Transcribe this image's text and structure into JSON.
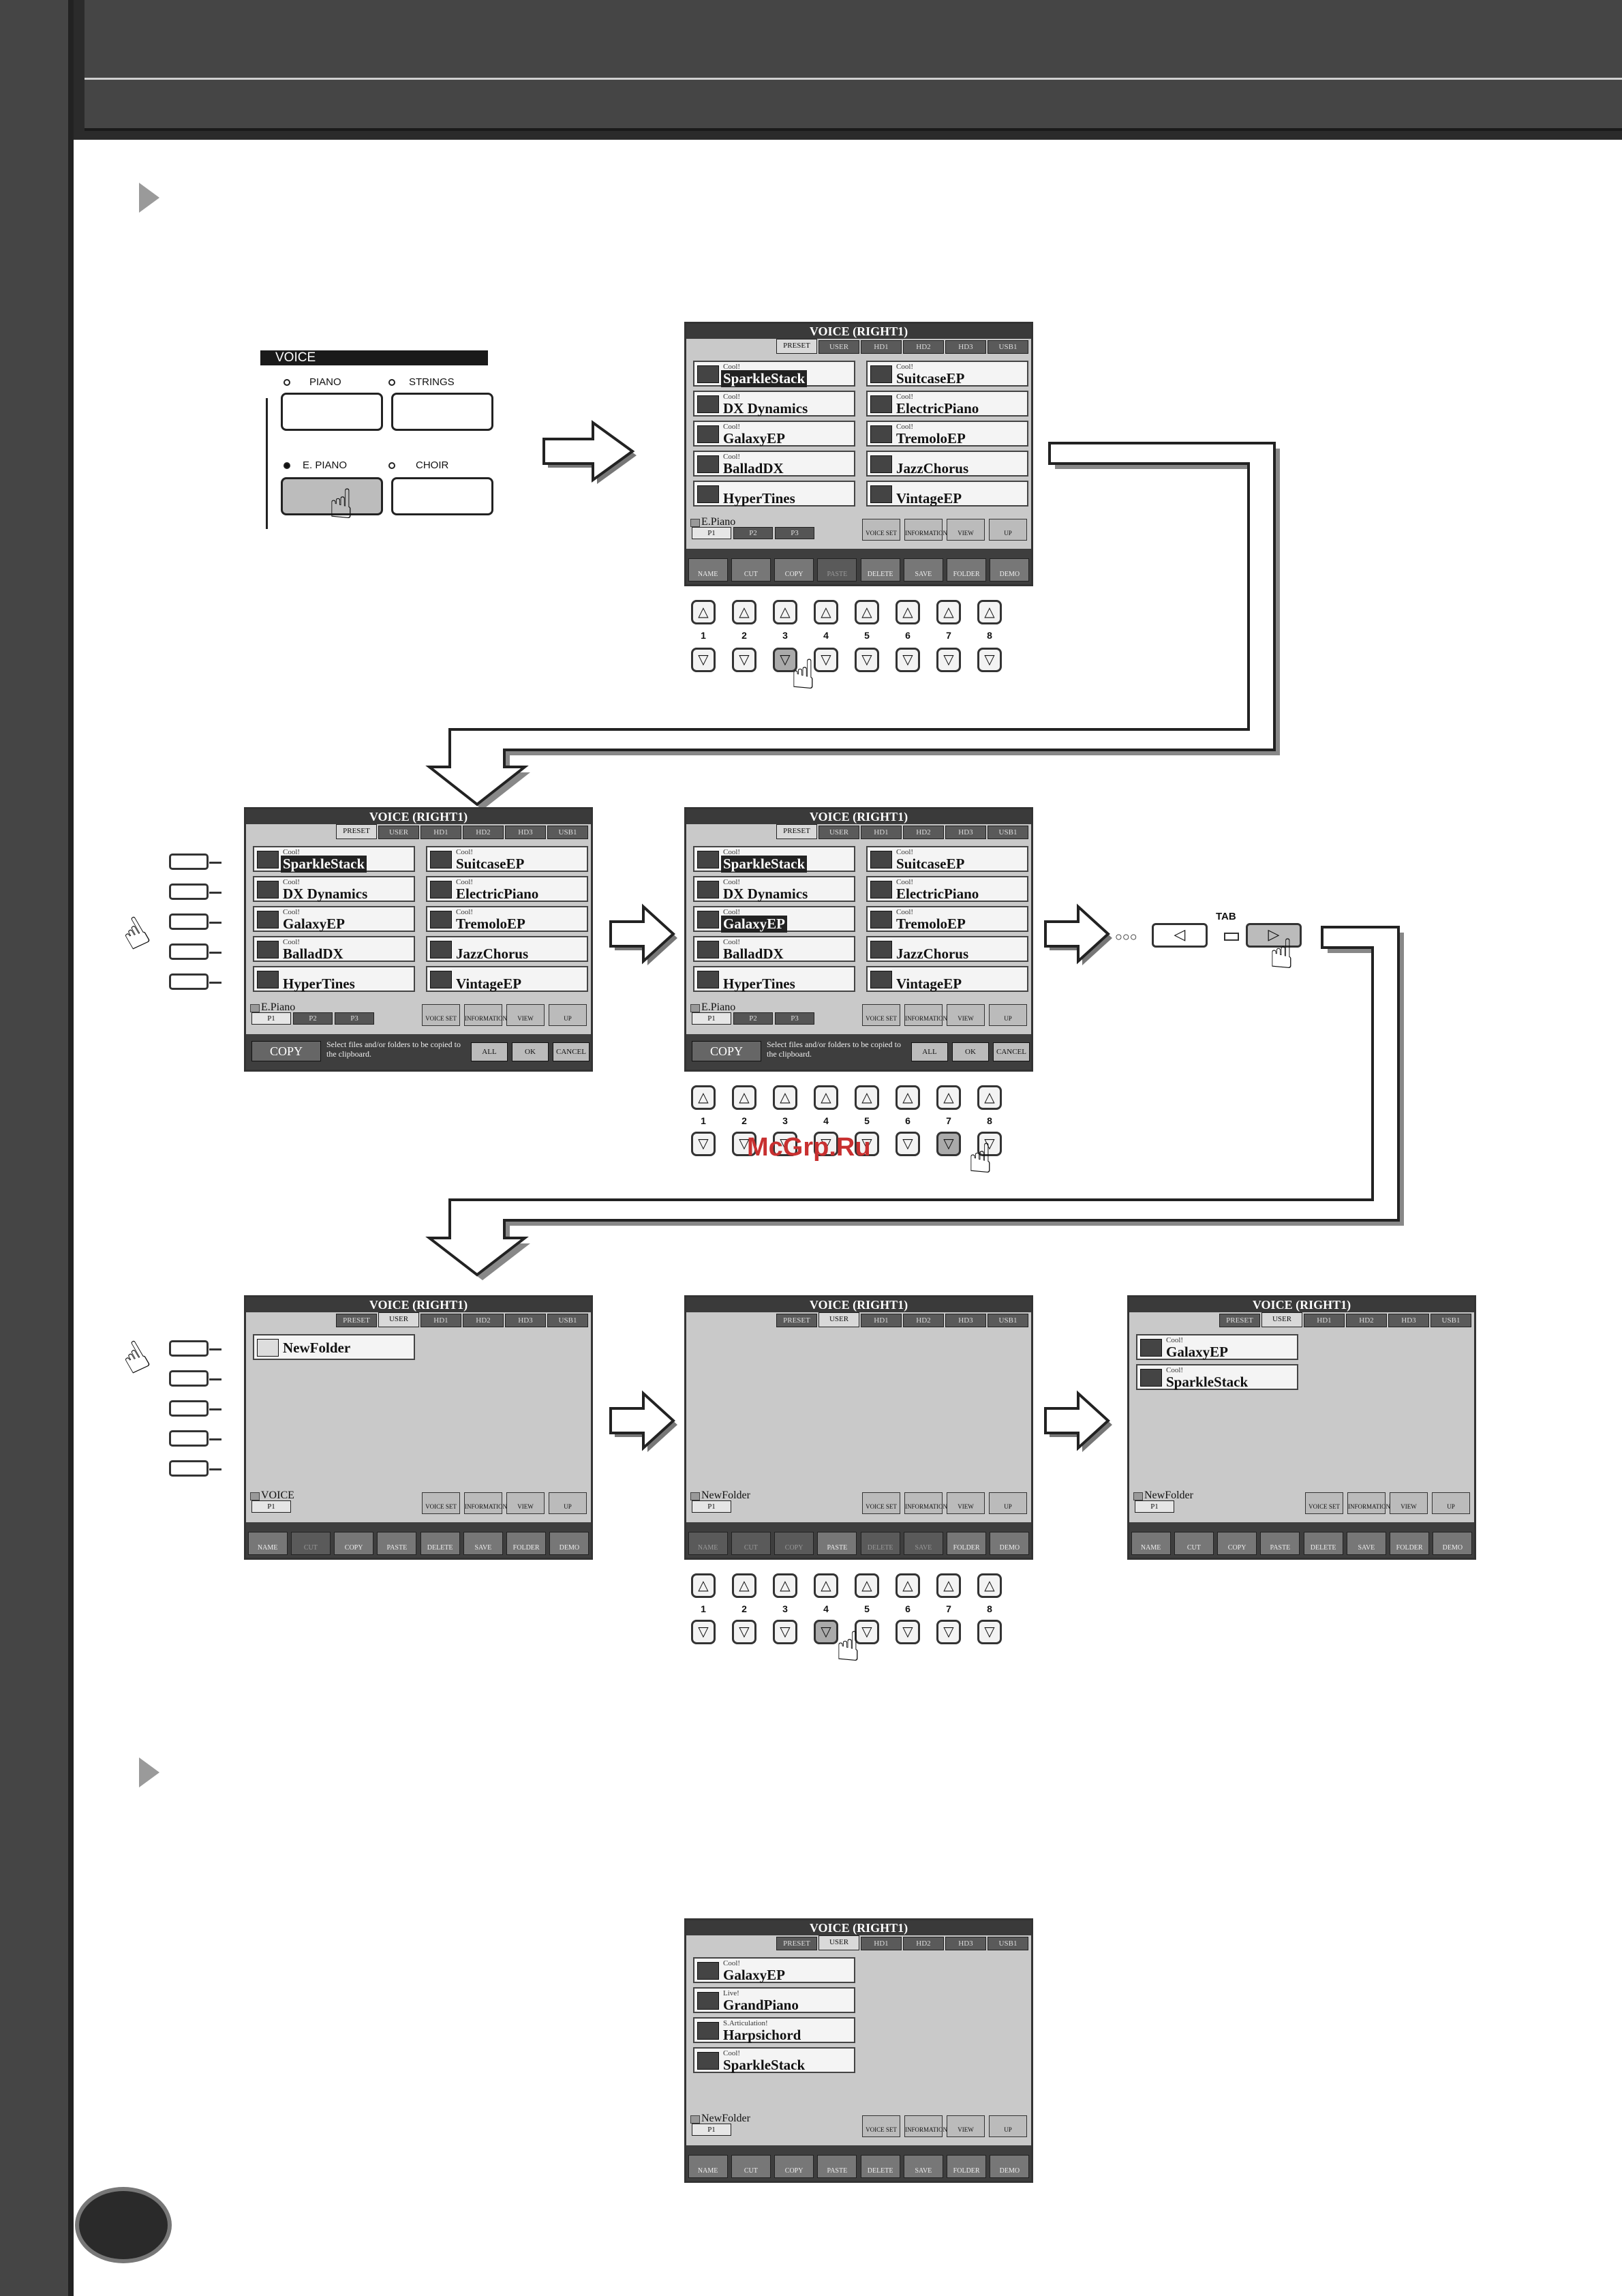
{
  "voice_panel": {
    "title": "VOICE",
    "buttons": [
      "PIANO",
      "STRINGS",
      "E. PIANO",
      "CHOIR"
    ]
  },
  "tab_button_label": "TAB",
  "watermark": "McGrp.Ru",
  "panel_numbers": [
    "1",
    "2",
    "3",
    "4",
    "5",
    "6",
    "7",
    "8"
  ],
  "screens": {
    "title": "VOICE (RIGHT1)",
    "tabs": [
      "PRESET",
      "USER",
      "HD1",
      "HD2",
      "HD3",
      "USB1"
    ],
    "page_tabs": [
      "P1",
      "P2",
      "P3"
    ],
    "page_tab_single": "P1",
    "mode_icons": [
      "VOICE SET",
      "INFORMATION",
      "VIEW",
      "UP"
    ],
    "function_buttons": [
      "NAME",
      "CUT",
      "COPY",
      "PASTE",
      "DELETE",
      "SAVE",
      "FOLDER",
      "DEMO"
    ],
    "preset_items": [
      {
        "cat": "Cool!",
        "name": "SparkleStack"
      },
      {
        "cat": "Cool!",
        "name": "SuitcaseEP"
      },
      {
        "cat": "Cool!",
        "name": "DX Dynamics"
      },
      {
        "cat": "Cool!",
        "name": "ElectricPiano"
      },
      {
        "cat": "Cool!",
        "name": "GalaxyEP"
      },
      {
        "cat": "Cool!",
        "name": "TremoloEP"
      },
      {
        "cat": "Cool!",
        "name": "BalladDX"
      },
      {
        "cat": "",
        "name": "JazzChorus"
      },
      {
        "cat": "",
        "name": "HyperTines"
      },
      {
        "cat": "",
        "name": "VintageEP"
      }
    ],
    "folder_epiano": "E.Piano",
    "folder_voice": "VOICE",
    "folder_new": "NewFolder",
    "new_folder_item": "NewFolder",
    "copy_bar": {
      "label": "COPY",
      "message": "Select files and/or folders to be copied to the clipboard.",
      "buttons": [
        "ALL",
        "OK",
        "CANCEL"
      ]
    },
    "pasted_items": [
      {
        "cat": "Cool!",
        "name": "GalaxyEP"
      },
      {
        "cat": "Cool!",
        "name": "SparkleStack"
      }
    ],
    "final_items": [
      {
        "cat": "Cool!",
        "name": "GalaxyEP"
      },
      {
        "cat": "Live!",
        "name": "GrandPiano"
      },
      {
        "cat": "S.Articulation!",
        "name": "Harpsichord"
      },
      {
        "cat": "Cool!",
        "name": "SparkleStack"
      }
    ]
  }
}
